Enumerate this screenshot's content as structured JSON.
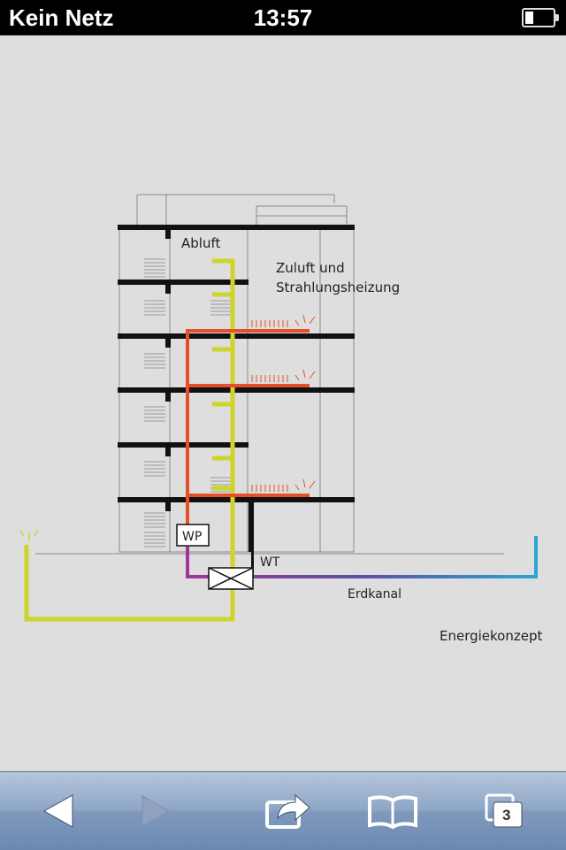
{
  "status_bar": {
    "carrier": "Kein Netz",
    "time": "13:57",
    "battery_level": 0.3
  },
  "diagram": {
    "labels": {
      "abluft": "Abluft",
      "zuluft_line1": "Zuluft und",
      "zuluft_line2": "Strahlungsheizung",
      "wp": "WP",
      "wt": "WT",
      "erdkanal": "Erdkanal",
      "caption": "Energiekonzept"
    },
    "colors": {
      "exhaust_air": "#cfd32a",
      "heating": "#e5502a",
      "structure": "#111111",
      "earth_channel_start": "#a0359a",
      "earth_channel_end": "#2aa8d0"
    }
  },
  "toolbar": {
    "back": "back-arrow-icon",
    "forward": "forward-arrow-icon",
    "share": "share-icon",
    "bookmarks": "bookmarks-icon",
    "tabs": "tabs-icon",
    "tab_count": "3"
  }
}
